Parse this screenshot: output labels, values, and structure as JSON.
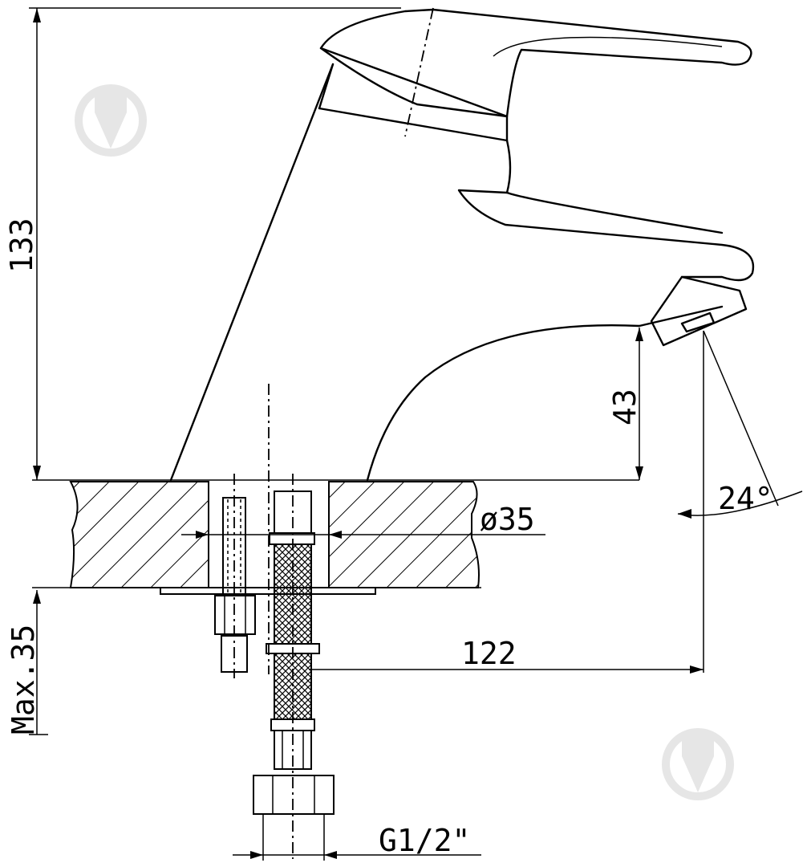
{
  "dimensions": {
    "total_height": "133",
    "spout_height": "43",
    "hole_diameter": "ø35",
    "spout_reach": "122",
    "max_thickness": "Max.35",
    "spray_angle": "24°",
    "thread": "G1/2\""
  },
  "colors": {
    "line": "#000000",
    "background": "#ffffff",
    "watermark": "#e6e6e6"
  },
  "icons": {
    "watermark": "pen-nib-logo"
  }
}
